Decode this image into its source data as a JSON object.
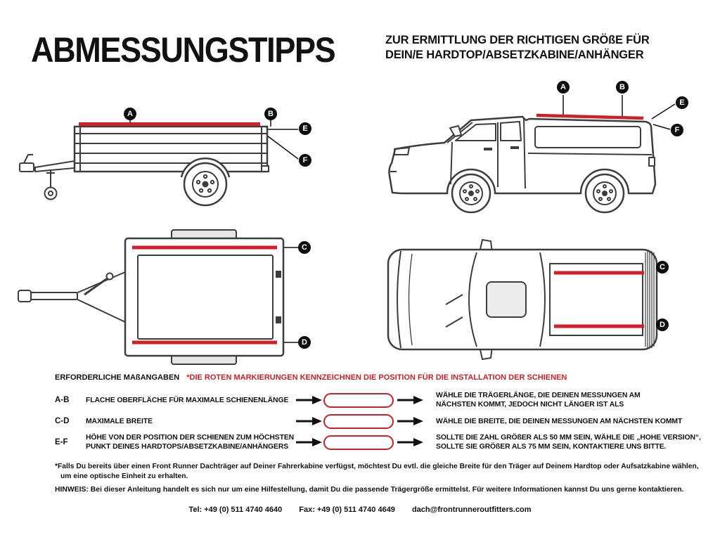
{
  "colors": {
    "red": "#cf2027",
    "ink": "#111111",
    "line_gray": "#3d3d3d"
  },
  "header": {
    "title": "ABMESSUNGSTIPPS",
    "subtitle": "ZUR ERMITTLUNG DER RICHTIGEN GRÖßE FÜR\nDEIN/E HARDTOP/ABSETZKABINE/ANHÄNGER"
  },
  "markers": {
    "a": "A",
    "b": "B",
    "c": "C",
    "d": "D",
    "e": "E",
    "f": "F"
  },
  "measurements": {
    "section_title": "ERFORDERLICHE MAßANGABEN",
    "red_note": "*DIE ROTEN MARKIERUNGEN KENNZEICHNEN DIE POSITION FÜR DIE INSTALLATION DER SCHIENEN",
    "rows": [
      {
        "key": "A-B",
        "label": "FLACHE OBERFLÄCHE FÜR MAXIMALE SCHIENENLÄNGE",
        "result": "WÄHLE DIE TRÄGERLÄNGE, DIE DEINEN MESSUNGEN AM\nNÄCHSTEN KOMMT, JEDOCH NICHT LÄNGER IST ALS"
      },
      {
        "key": "C-D",
        "label": "MAXIMALE BREITE",
        "result": "WÄHLE DIE BREITE, DIE DEINEN MESSUNGEN AM NÄCHSTEN KOMMT"
      },
      {
        "key": "E-F",
        "label": "HÖHE VON DER POSITION DER SCHIENEN ZUM HÖCHSTEN\nPUNKT DEINES HARDTOPS/ABSETZKABINE/ANHÄNGERS",
        "result": "SOLLTE DIE ZAHL GRÖßER ALS 50 MM SEIN, WÄHLE DIE „HOHE VERSION“,\nSOLLTE SIE GRÖßER ALS 75 MM SEIN, KONTAKTIERE UNS BITTE."
      }
    ],
    "footnote_line1": "*Falls Du bereits über einen Front Runner Dachträger auf Deiner Fahrerkabine verfügst, möchtest Du evtl. die gleiche Breite für den Träger auf Deinem Hardtop oder Aufsatzkabine wählen,",
    "footnote_line2": "um eine optische Einheit zu erhalten.",
    "note": "HINWEIS: Bei dieser Anleitung handelt es sich nur um eine Hilfestellung, damit Du die passende Trägergröße ermittelst. Für weitere Informationen kannst Du uns gerne kontaktieren."
  },
  "footer": {
    "tel": "Tel: +49 (0) 511 4740 4640",
    "fax": "Fax: +49 (0) 511 4740 4649",
    "email": "dach@frontrunneroutfitters.com"
  }
}
